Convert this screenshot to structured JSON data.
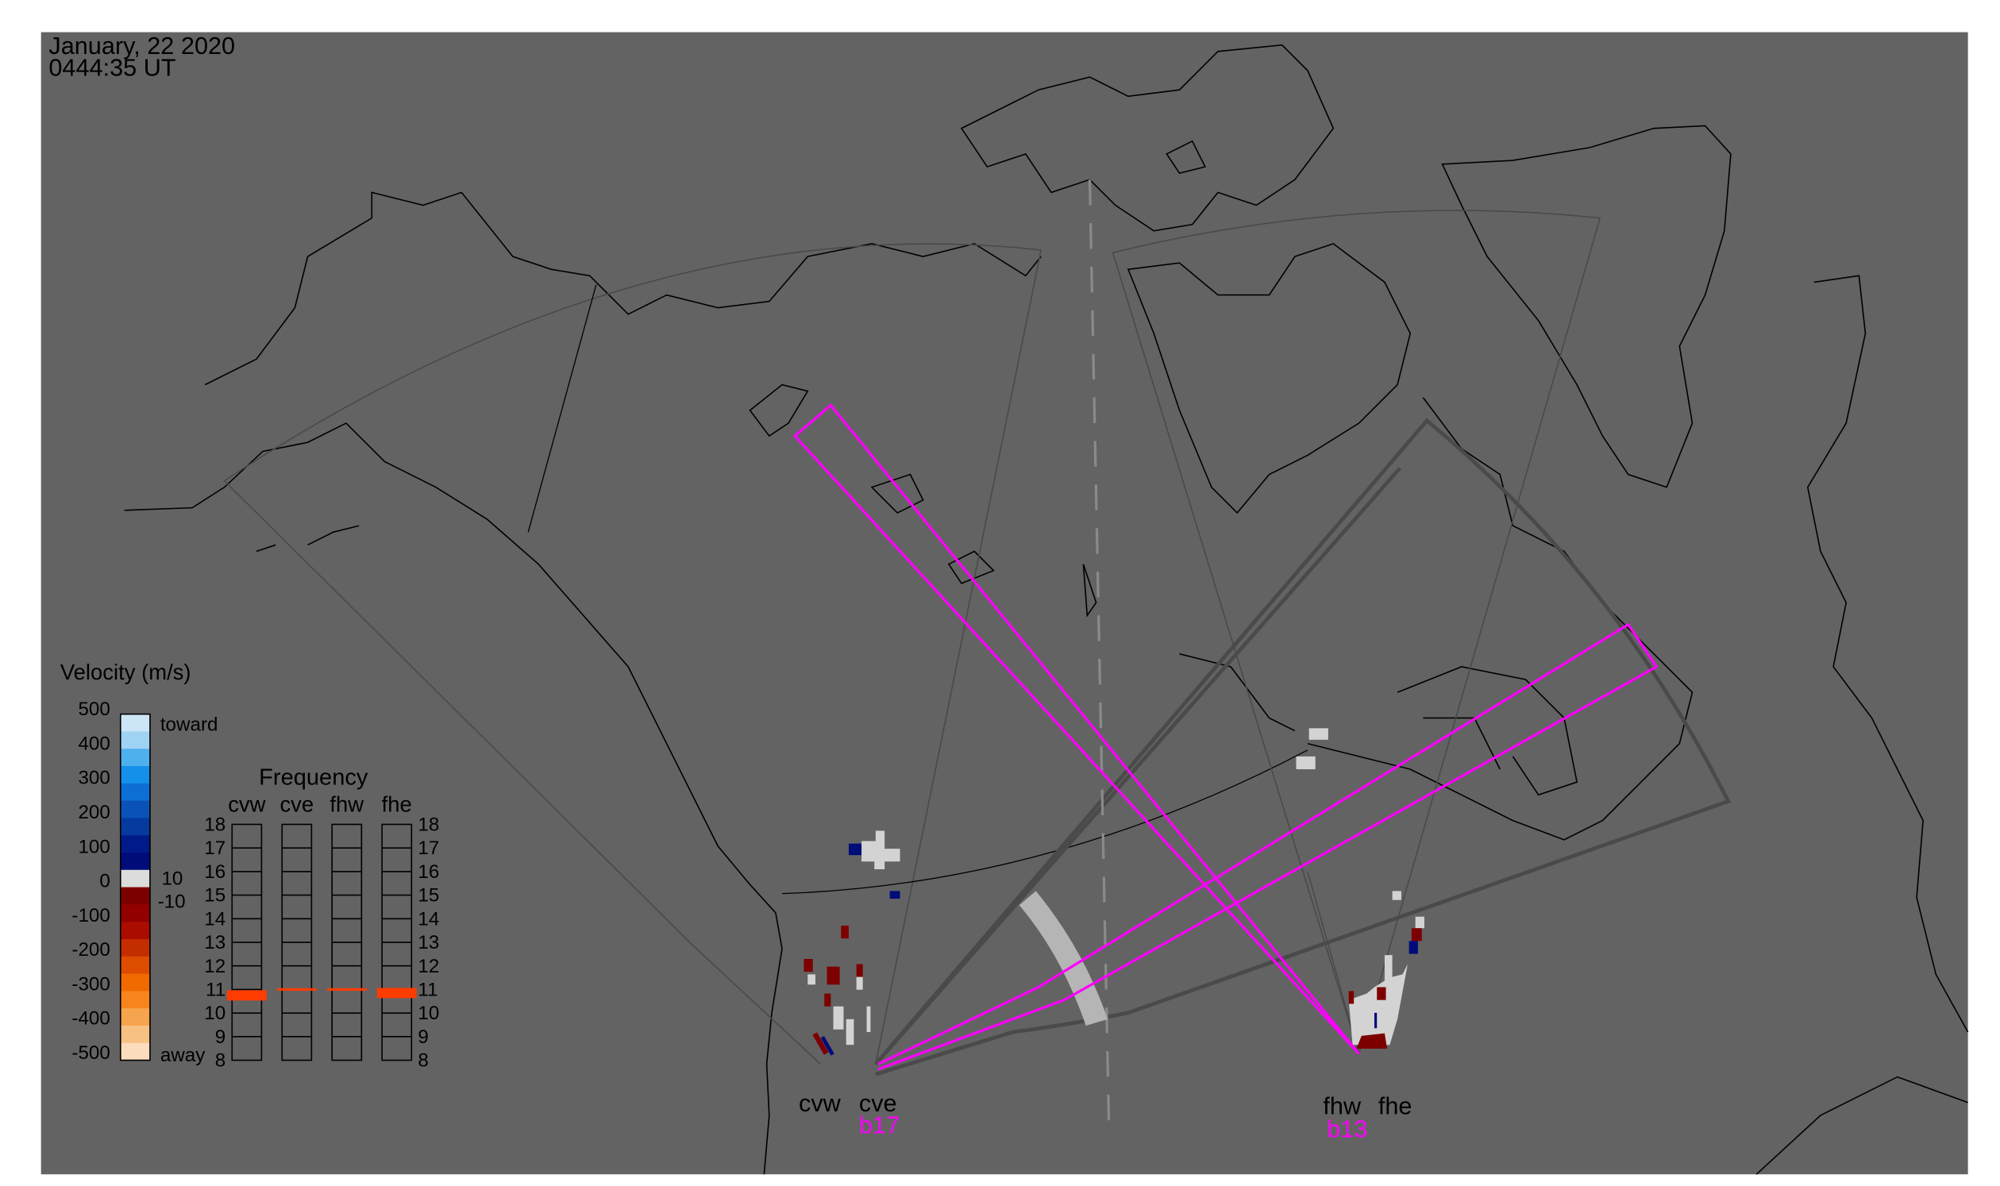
{
  "header": {
    "date": "January, 22 2020",
    "time": "0444:35 UT"
  },
  "velocity_legend": {
    "title": "Velocity (m/s)",
    "ticks": [
      "500",
      "400",
      "300",
      "200",
      "100",
      "0",
      "-100",
      "-200",
      "-300",
      "-400",
      "-500"
    ],
    "toward_label": "toward",
    "away_label": "away",
    "ground_scatter_labels": [
      "10",
      "-10"
    ],
    "colors": [
      "#cde6f7",
      "#9fd3f3",
      "#4fb0ee",
      "#1590ea",
      "#0d6fd6",
      "#0a52b8",
      "#063a9e",
      "#001a8a",
      "#000c7a",
      "#dcdcdc",
      "#7d0000",
      "#920000",
      "#aa0c00",
      "#c42d00",
      "#de4c00",
      "#f06a00",
      "#f7851c",
      "#f6a44d",
      "#f7c184",
      "#fbdcbc"
    ]
  },
  "frequency_legend": {
    "title": "Frequency",
    "columns": [
      "cvw",
      "cve",
      "fhw",
      "fhe"
    ],
    "ticks": [
      "18",
      "17",
      "16",
      "15",
      "14",
      "13",
      "12",
      "11",
      "10",
      "9",
      "8"
    ],
    "range": [
      8,
      18
    ],
    "marker_color": "#ff3c00",
    "values_mhz": [
      10.75,
      11.0,
      11.0,
      10.85
    ]
  },
  "radars": [
    {
      "west": "cvw",
      "east": "cve",
      "beam": "b17"
    },
    {
      "west": "fhw",
      "east": "fhe",
      "beam": "b13"
    }
  ],
  "colors": {
    "background": "#636363",
    "beam": "#ff00ff",
    "coast": "#000000",
    "fov": "#4a4a4a",
    "ground_scatter": "#d3d3d3"
  }
}
